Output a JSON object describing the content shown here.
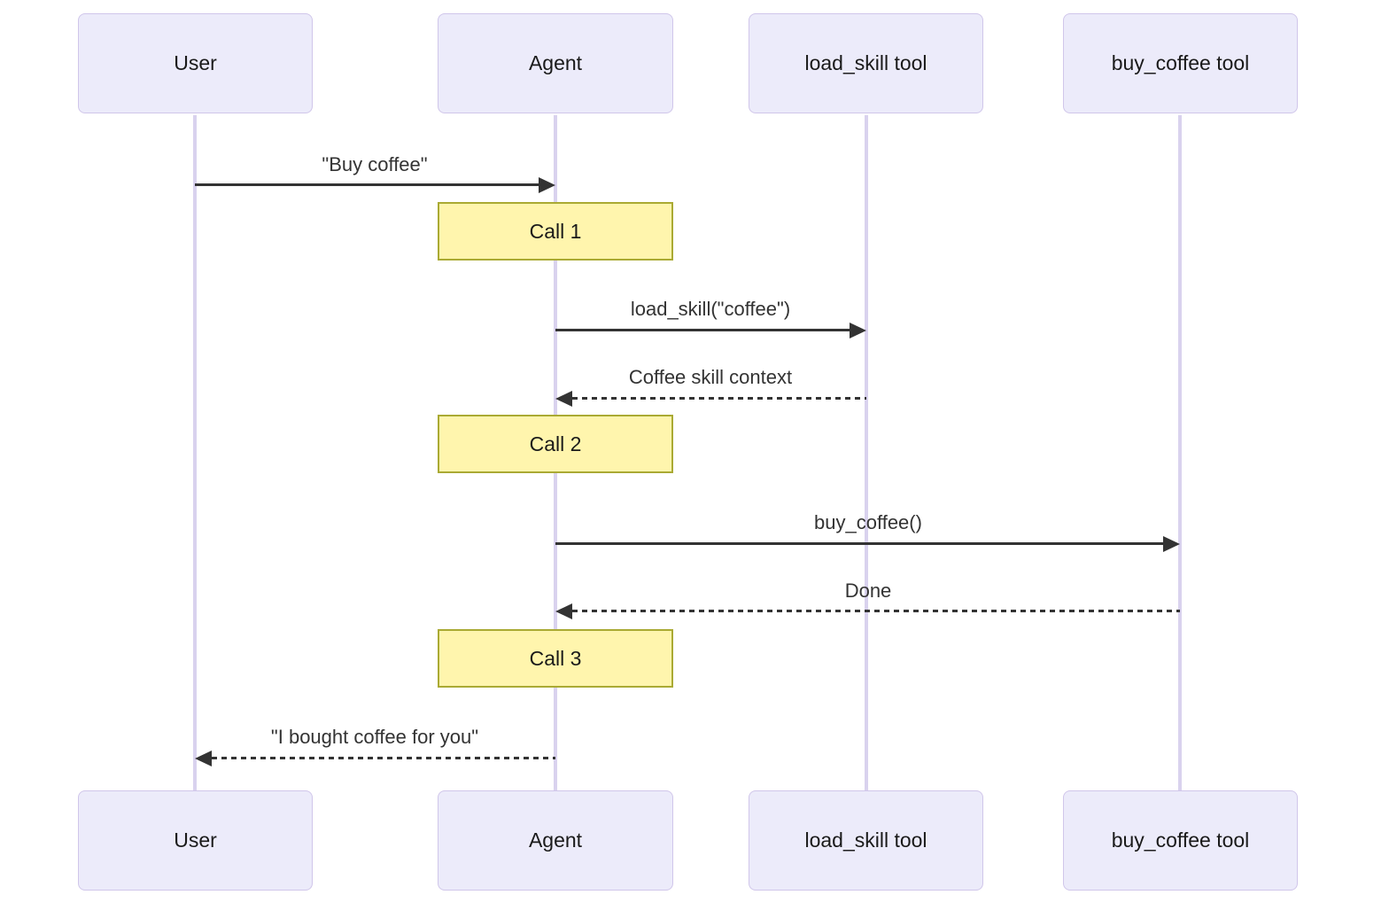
{
  "diagram": {
    "type": "sequence-diagram",
    "actors": [
      {
        "id": "user",
        "label": "User"
      },
      {
        "id": "agent",
        "label": "Agent"
      },
      {
        "id": "load_skill_tool",
        "label": "load_skill tool"
      },
      {
        "id": "buy_coffee_tool",
        "label": "buy_coffee tool"
      }
    ],
    "messages": [
      {
        "text": "\"Buy coffee\"",
        "from": "user",
        "to": "agent",
        "line": "solid"
      },
      {
        "text": "load_skill(\"coffee\")",
        "from": "agent",
        "to": "load_skill_tool",
        "line": "solid"
      },
      {
        "text": "Coffee skill context",
        "from": "load_skill_tool",
        "to": "agent",
        "line": "dashed"
      },
      {
        "text": "buy_coffee()",
        "from": "agent",
        "to": "buy_coffee_tool",
        "line": "solid"
      },
      {
        "text": "Done",
        "from": "buy_coffee_tool",
        "to": "agent",
        "line": "dashed"
      },
      {
        "text": "\"I bought coffee for you\"",
        "from": "agent",
        "to": "user",
        "line": "dashed"
      }
    ],
    "notes": [
      {
        "text": "Call 1",
        "over": "agent"
      },
      {
        "text": "Call 2",
        "over": "agent"
      },
      {
        "text": "Call 3",
        "over": "agent"
      }
    ],
    "colors": {
      "actor_fill": "#ECEBFA",
      "actor_border": "#D0C6EA",
      "lifeline": "#D9D2EE",
      "note_fill": "#FFF5AD",
      "note_border": "#AAAA33",
      "message_line": "#333333",
      "text": "#1A1A1A",
      "background": "#FFFFFF"
    }
  }
}
